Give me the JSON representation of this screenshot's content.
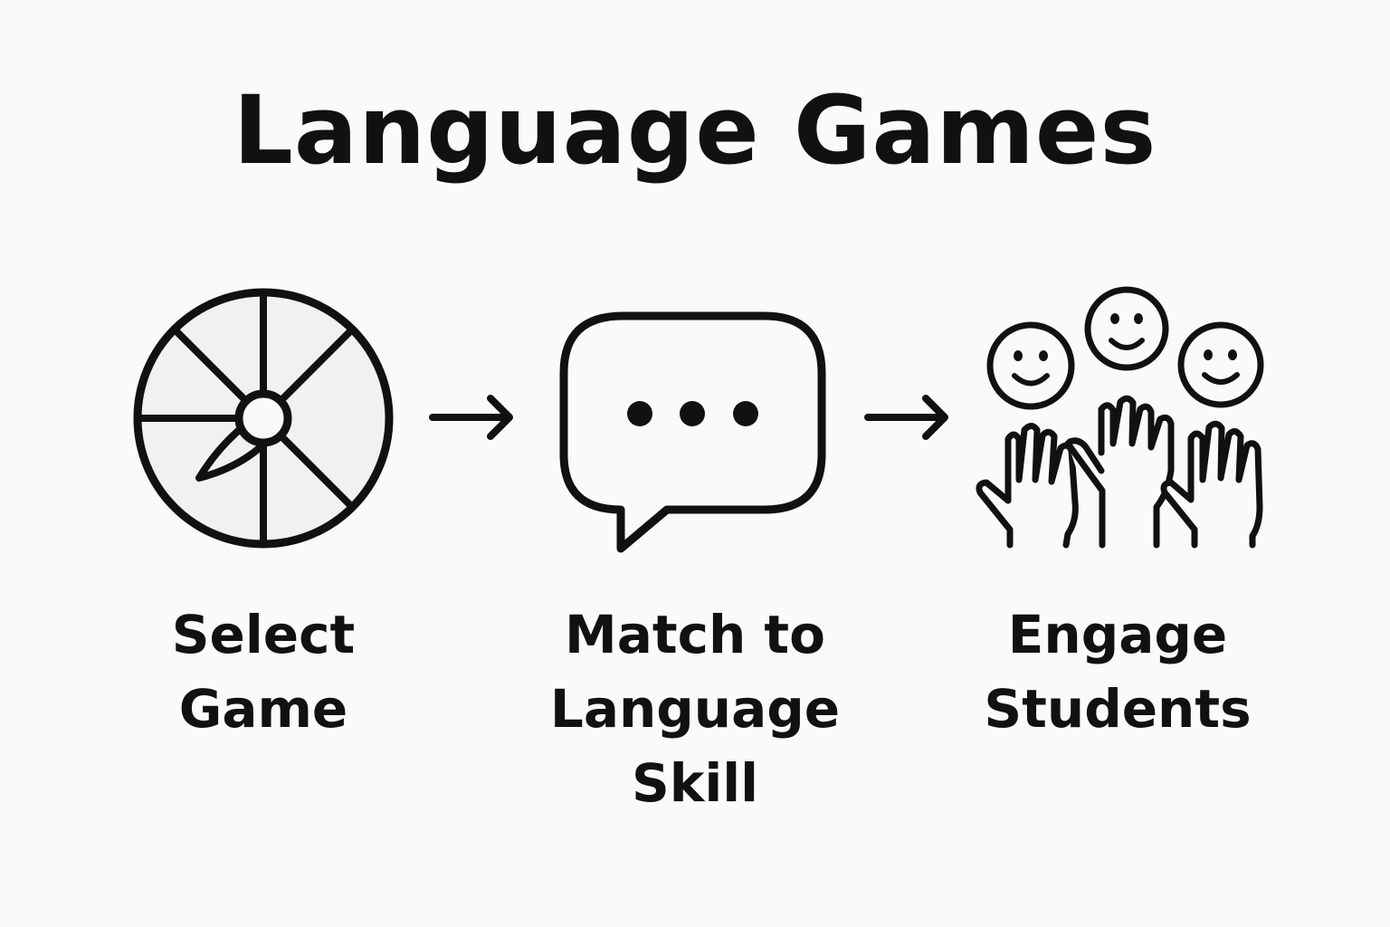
{
  "title": "Language Games",
  "steps": [
    {
      "icon": "spinner-wheel-icon",
      "label_lines": [
        "Select",
        "Game"
      ]
    },
    {
      "icon": "speech-bubble-icon",
      "label_lines": [
        "Match to",
        "Language",
        "Skill"
      ]
    },
    {
      "icon": "raised-hands-faces-icon",
      "label_lines": [
        "Engage",
        "Students"
      ]
    }
  ],
  "connector_icon": "arrow-right-icon",
  "colors": {
    "background": "#fafafa",
    "stroke": "#111111",
    "wheel_fill": "#f1f1f1"
  }
}
